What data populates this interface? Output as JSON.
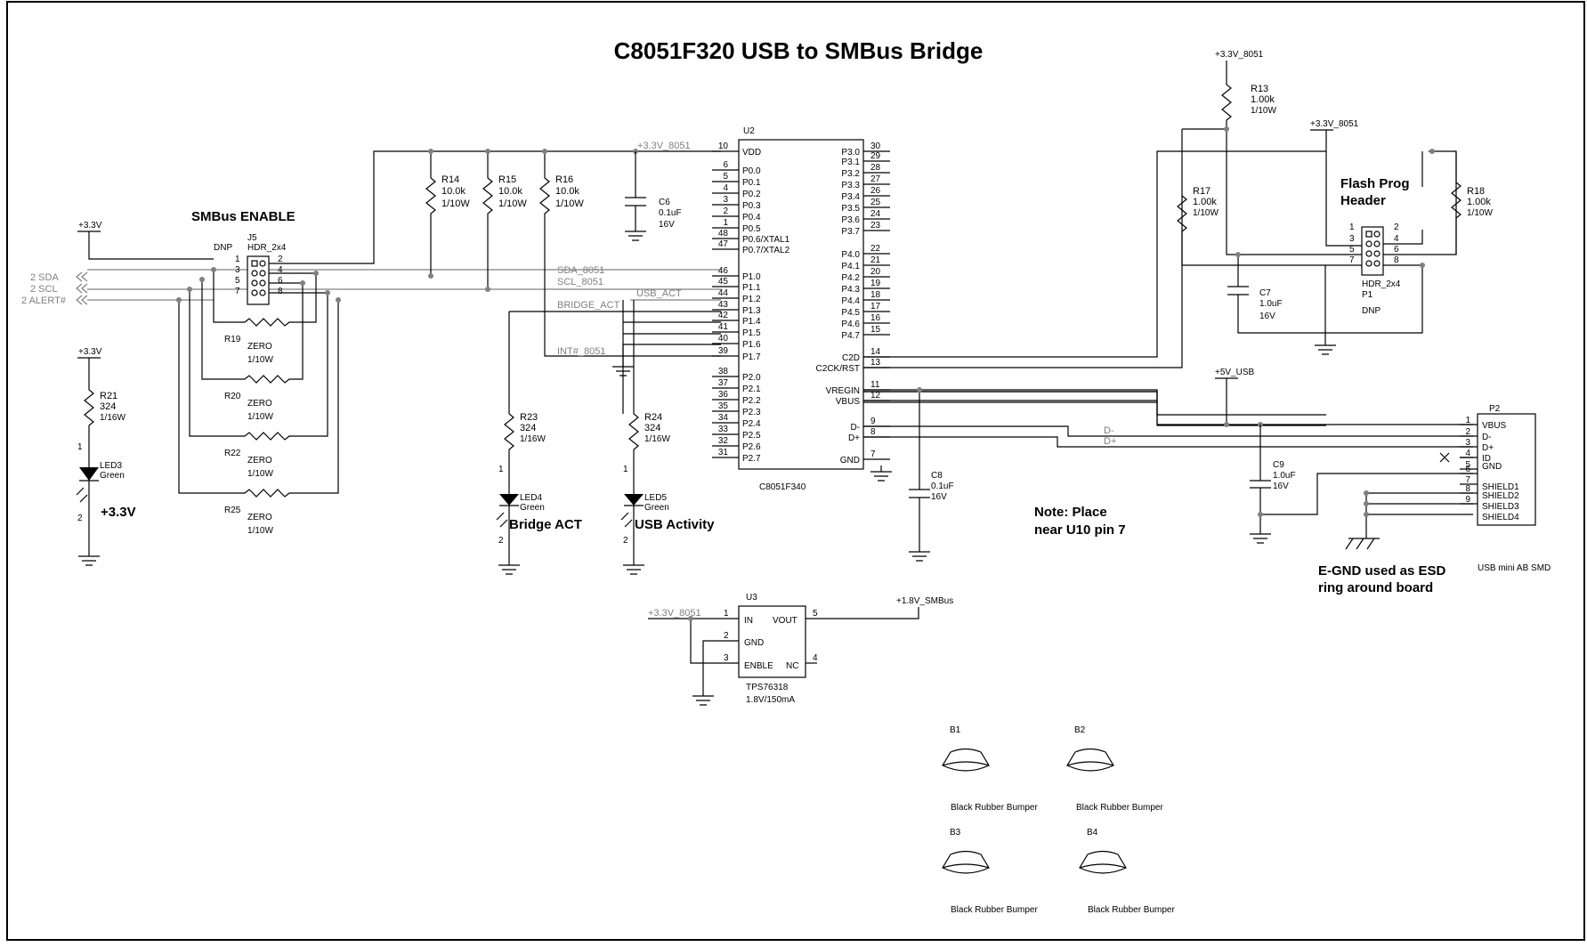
{
  "title": "C8051F320 USB to SMBus Bridge",
  "headings": {
    "smbus_enable": "SMBus ENABLE",
    "flash_prog_1": "Flash Prog",
    "flash_prog_2": "Header",
    "bridge_act": "Bridge ACT",
    "usb_activity": "USB Activity",
    "led3_note": "+3.3V",
    "note_1": "Note: Place",
    "note_2": "near U10 pin 7",
    "egnd_1": "E-GND used as ESD",
    "egnd_2": "ring around board"
  },
  "nets": {
    "p33": "+3.3V",
    "p33_8051": "+3.3V_8051",
    "p5_usb": "+5V_USB",
    "p18_smbus": "+1.8V_SMBus",
    "sda_8051": "SDA_8051",
    "scl_8051": "SCL_8051",
    "usb_act": "USB_ACT",
    "bridge_act": "BRIDGE_ACT",
    "int_8051": "INT#_8051",
    "dm": "D-",
    "dp": "D+"
  },
  "ports": {
    "sda": "2  SDA",
    "scl": "2  SCL",
    "alert": "2  ALERT#"
  },
  "u2": {
    "ref": "U2",
    "part": "C8051F340",
    "left_pins": [
      {
        "num": "10",
        "name": "VDD"
      },
      {
        "num": "6",
        "name": "P0.0"
      },
      {
        "num": "5",
        "name": "P0.1"
      },
      {
        "num": "4",
        "name": "P0.2"
      },
      {
        "num": "3",
        "name": "P0.3"
      },
      {
        "num": "2",
        "name": "P0.4"
      },
      {
        "num": "1",
        "name": "P0.5"
      },
      {
        "num": "48",
        "name": "P0.6/XTAL1"
      },
      {
        "num": "47",
        "name": "P0.7/XTAL2"
      },
      {
        "num": "46",
        "name": "P1.0"
      },
      {
        "num": "45",
        "name": "P1.1"
      },
      {
        "num": "44",
        "name": "P1.2"
      },
      {
        "num": "43",
        "name": "P1.3"
      },
      {
        "num": "42",
        "name": "P1.4"
      },
      {
        "num": "41",
        "name": "P1.5"
      },
      {
        "num": "40",
        "name": "P1.6"
      },
      {
        "num": "39",
        "name": "P1.7"
      },
      {
        "num": "38",
        "name": "P2.0"
      },
      {
        "num": "37",
        "name": "P2.1"
      },
      {
        "num": "36",
        "name": "P2.2"
      },
      {
        "num": "35",
        "name": "P2.3"
      },
      {
        "num": "34",
        "name": "P2.4"
      },
      {
        "num": "33",
        "name": "P2.5"
      },
      {
        "num": "32",
        "name": "P2.6"
      },
      {
        "num": "31",
        "name": "P2.7"
      }
    ],
    "right_pins": [
      {
        "num": "30",
        "name": "P3.0"
      },
      {
        "num": "29",
        "name": "P3.1"
      },
      {
        "num": "28",
        "name": "P3.2"
      },
      {
        "num": "27",
        "name": "P3.3"
      },
      {
        "num": "26",
        "name": "P3.4"
      },
      {
        "num": "25",
        "name": "P3.5"
      },
      {
        "num": "24",
        "name": "P3.6"
      },
      {
        "num": "23",
        "name": "P3.7"
      },
      {
        "num": "22",
        "name": "P4.0"
      },
      {
        "num": "21",
        "name": "P4.1"
      },
      {
        "num": "20",
        "name": "P4.2"
      },
      {
        "num": "19",
        "name": "P4.3"
      },
      {
        "num": "18",
        "name": "P4.4"
      },
      {
        "num": "17",
        "name": "P4.5"
      },
      {
        "num": "16",
        "name": "P4.6"
      },
      {
        "num": "15",
        "name": "P4.7"
      },
      {
        "num": "14",
        "name": "C2D"
      },
      {
        "num": "13",
        "name": "C2CK/RST"
      },
      {
        "num": "11",
        "name": "VREGIN"
      },
      {
        "num": "12",
        "name": "VBUS"
      },
      {
        "num": "9",
        "name": "D-"
      },
      {
        "num": "8",
        "name": "D+"
      },
      {
        "num": "7",
        "name": "GND"
      }
    ]
  },
  "u3": {
    "ref": "U3",
    "part": "TPS76318",
    "rating": "1.8V/150mA",
    "pins": [
      {
        "num": "1",
        "name": "IN"
      },
      {
        "num": "5",
        "name": "VOUT"
      },
      {
        "num": "2",
        "name": "GND"
      },
      {
        "num": "3",
        "name": "ENBLE"
      },
      {
        "num": "4",
        "name": "NC"
      }
    ]
  },
  "p2": {
    "ref": "P2",
    "part": "USB mini AB SMD",
    "pins": [
      {
        "num": "1",
        "name": "VBUS"
      },
      {
        "num": "2",
        "name": "D-"
      },
      {
        "num": "3",
        "name": "D+"
      },
      {
        "num": "4",
        "name": "ID"
      },
      {
        "num": "6",
        "name": "GND"
      },
      {
        "num": "5",
        "name": ""
      },
      {
        "num": "7",
        "name": "SHIELD1"
      },
      {
        "num": "8",
        "name": "SHIELD2"
      },
      {
        "num": "9",
        "name": "SHIELD3"
      },
      {
        "num": "",
        "name": "SHIELD4"
      }
    ]
  },
  "j5": {
    "ref": "J5",
    "dnp": "DNP",
    "part": "HDR_2x4",
    "pins_left": [
      "1",
      "3",
      "5",
      "7"
    ],
    "pins_right": [
      "2",
      "4",
      "6",
      "8"
    ]
  },
  "p1": {
    "ref": "P1",
    "dnp": "DNP",
    "part": "HDR_2x4",
    "pins_left": [
      "1",
      "3",
      "5",
      "7"
    ],
    "pins_right": [
      "2",
      "4",
      "6",
      "8"
    ]
  },
  "resistors": {
    "r14": [
      "R14",
      "10.0k",
      "1/10W"
    ],
    "r15": [
      "R15",
      "10.0k",
      "1/10W"
    ],
    "r16": [
      "R16",
      "10.0k",
      "1/10W"
    ],
    "r13": [
      "R13",
      "1.00k",
      "1/10W"
    ],
    "r17": [
      "R17",
      "1.00k",
      "1/10W"
    ],
    "r18": [
      "R18",
      "1.00k",
      "1/10W"
    ],
    "r19": [
      "R19",
      "ZERO",
      "1/10W"
    ],
    "r20": [
      "R20",
      "ZERO",
      "1/10W"
    ],
    "r22": [
      "R22",
      "ZERO",
      "1/10W"
    ],
    "r25": [
      "R25",
      "ZERO",
      "1/10W"
    ],
    "r21": [
      "R21",
      "324",
      "1/16W"
    ],
    "r23": [
      "R23",
      "324",
      "1/16W"
    ],
    "r24": [
      "R24",
      "324",
      "1/16W"
    ]
  },
  "capacitors": {
    "c6": [
      "C6",
      "0.1uF",
      "16V"
    ],
    "c7": [
      "C7",
      "1.0uF",
      "16V"
    ],
    "c8": [
      "C8",
      "0.1uF",
      "16V"
    ],
    "c9": [
      "C9",
      "1.0uF",
      "16V"
    ]
  },
  "leds": {
    "led3": [
      "LED3",
      "Green"
    ],
    "led4": [
      "LED4",
      "Green"
    ],
    "led5": [
      "LED5",
      "Green"
    ]
  },
  "diode_pins": {
    "a": "1",
    "k": "2"
  },
  "bumpers": [
    {
      "ref": "B1",
      "label": "Black Rubber Bumper"
    },
    {
      "ref": "B2",
      "label": "Black Rubber Bumper"
    },
    {
      "ref": "B3",
      "label": "Black Rubber Bumper"
    },
    {
      "ref": "B4",
      "label": "Black Rubber Bumper"
    }
  ]
}
